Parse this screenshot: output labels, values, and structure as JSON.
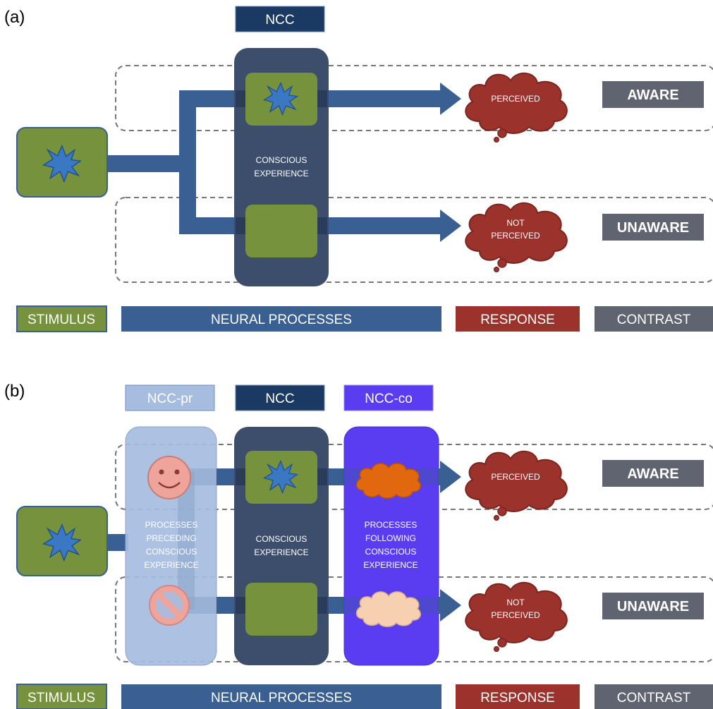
{
  "panel_a": {
    "label": "(a)",
    "ncc_label": "NCC",
    "central_text": [
      "CONSCIOUS",
      "EXPERIENCE"
    ],
    "aware_response": [
      "PERCEIVED"
    ],
    "unaware_response": [
      "NOT",
      "PERCEIVED"
    ],
    "aware_contrast": "AWARE",
    "unaware_contrast": "UNAWARE"
  },
  "panel_b": {
    "label": "(b)",
    "ncc_pr_label": "NCC-pr",
    "ncc_label": "NCC",
    "ncc_co_label": "NCC-co",
    "pr_text": [
      "PROCESSES",
      "PRECEDING",
      "CONSCIOUS",
      "EXPERIENCE"
    ],
    "central_text": [
      "CONSCIOUS",
      "EXPERIENCE"
    ],
    "co_text": [
      "PROCESSES",
      "FOLLOWING",
      "CONSCIOUS",
      "EXPERIENCE"
    ],
    "aware_response": [
      "PERCEIVED"
    ],
    "unaware_response": [
      "NOT",
      "PERCEIVED"
    ],
    "aware_contrast": "AWARE",
    "unaware_contrast": "UNAWARE"
  },
  "legend": {
    "stimulus": "STIMULUS",
    "neural": "NEURAL PROCESSES",
    "response": "RESPONSE",
    "contrast": "CONTRAST"
  },
  "colors": {
    "stimulus_green": "#76923c",
    "star_blue": "#3b78c4",
    "process_blue": "#3a5f93",
    "ncc_panel": "#3c4e6b",
    "ncc_header": "#1b3a63",
    "ncc_pr": "#a6bde0",
    "ncc_co": "#5a3df0",
    "response_red": "#9c322c",
    "contrast_gray": "#5f6470",
    "face_pink": "#eea39b",
    "cloud_orange": "#e2680f",
    "cloud_peach": "#f6d0b0"
  },
  "icons": [
    "star-burst-icon",
    "smiley-face-icon",
    "prohibited-icon",
    "cloud-icon",
    "thought-bubble-icon",
    "arrow-icon"
  ]
}
